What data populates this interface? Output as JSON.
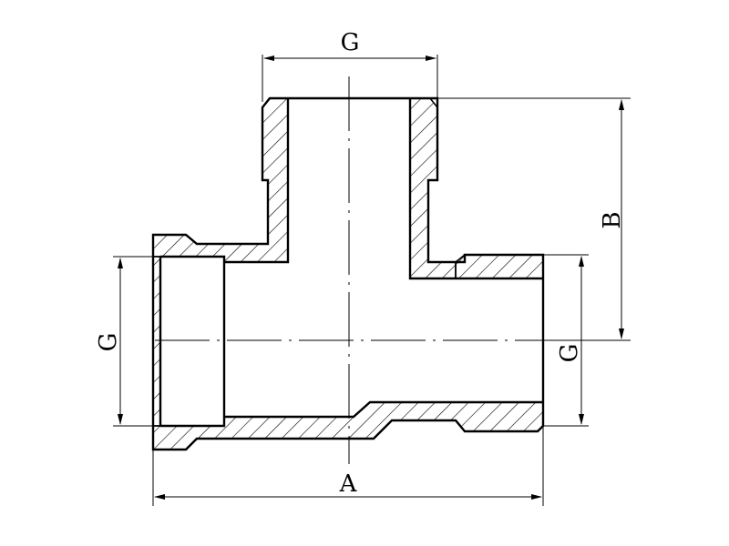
{
  "dimensions": {
    "top_thread": "G",
    "height": "B",
    "left_thread": "G",
    "right_thread": "G",
    "overall_length": "A"
  },
  "colors": {
    "line": "#000000",
    "background": "#ffffff"
  }
}
